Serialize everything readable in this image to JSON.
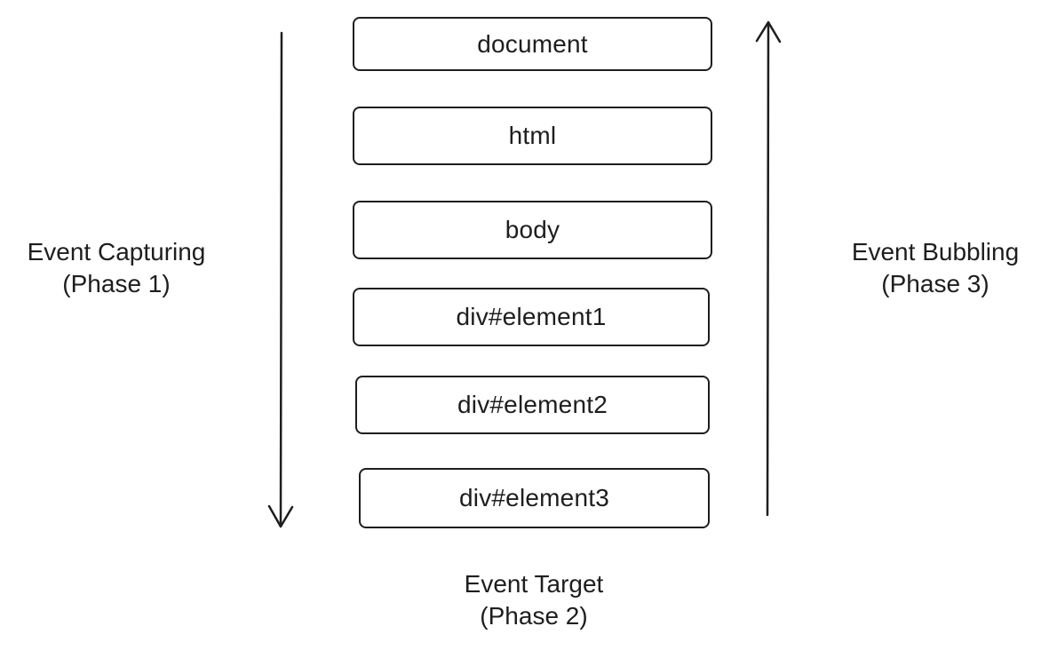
{
  "nodes": [
    {
      "label": "document"
    },
    {
      "label": "html"
    },
    {
      "label": "body"
    },
    {
      "label": "div#element1"
    },
    {
      "label": "div#element2"
    },
    {
      "label": "div#element3"
    }
  ],
  "capturing": {
    "line1": "Event Capturing",
    "line2": "(Phase 1)"
  },
  "bubbling": {
    "line1": "Event Bubbling",
    "line2": "(Phase 3)"
  },
  "target": {
    "line1": "Event Target",
    "line2": "(Phase 2)"
  },
  "colors": {
    "stroke": "#1e1e1e",
    "background": "#ffffff"
  }
}
